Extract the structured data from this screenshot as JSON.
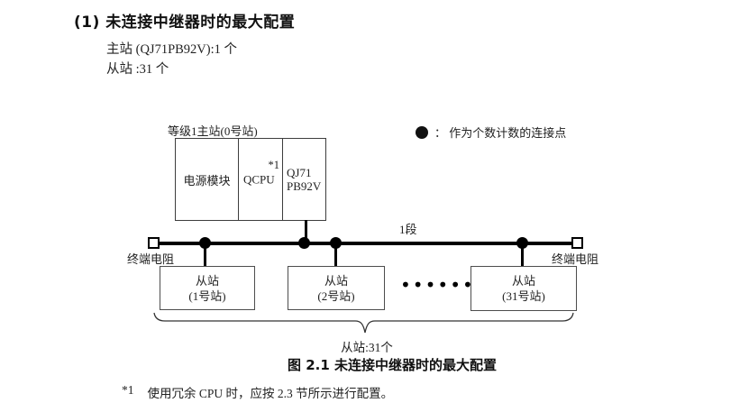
{
  "header": {
    "heading": "(1) 未连接中继器时的最大配置",
    "master_line": "主站 (QJ71PB92V):1 个",
    "slave_line": "从站 :31 个"
  },
  "diagram": {
    "master_station": {
      "label": "等级1主站(0号站)",
      "power_module": "电源模块",
      "cpu": "QCPU",
      "cpu_footnote_ref": "*1",
      "pb_module_line1": "QJ71",
      "pb_module_line2": "PB92V"
    },
    "legend": {
      "icon": "filled-circle",
      "text": "：  作为个数计数的连接点"
    },
    "segment_label": "1段",
    "left_terminator_label": "终端电阻",
    "right_terminator_label": "终端电阻",
    "slaves": [
      {
        "name": "从站",
        "station": "(1号站)"
      },
      {
        "name": "从站",
        "station": "(2号站)"
      },
      {
        "name": "从站",
        "station": "(31号站)"
      }
    ],
    "ellipsis": "••••••",
    "brace_label": "从站:31个"
  },
  "caption": "图 2.1 未连接中继器时的最大配置",
  "footnote": {
    "marker": "*1",
    "text": "使用冗余 CPU 时，应按 2.3 节所示进行配置。"
  },
  "colors": {
    "text": "#1a1a1a",
    "line": "#000000",
    "box_border": "#4d4d4d"
  }
}
